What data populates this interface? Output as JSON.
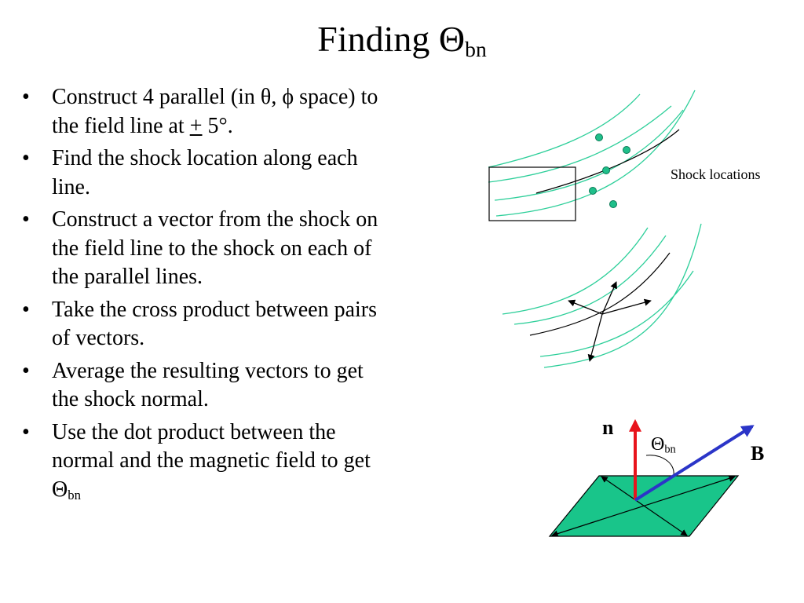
{
  "title": {
    "main": "Finding Θ",
    "sub": "bn"
  },
  "bullets": [
    {
      "text": "Construct 4 parallel (in θ, ϕ space) to the field line at ",
      "underlined": "+",
      "text_after": " 5°."
    },
    {
      "text": "Find the shock location along each line."
    },
    {
      "text": "Construct a vector from the shock on the field line to the shock on each of the parallel lines."
    },
    {
      "text": "Take the cross product between pairs of vectors."
    },
    {
      "text": "Average the resulting vectors to get the shock normal."
    },
    {
      "text": "Use the dot product between the normal and the magnetic field to get Θ",
      "sub": "bn"
    }
  ],
  "bullet_mark": "•",
  "diagram": {
    "shock_locations_label": "Shock locations",
    "normal_label": "n",
    "field_label": "B",
    "angle_label_main": "Θ",
    "angle_label_sub": "bn"
  },
  "colors": {
    "field_line_parallel": "#2ecf9a",
    "field_line_center": "#000000",
    "shock_dot": "#1fbf8a",
    "normal_vector": "#e8141c",
    "field_vector": "#2b35c8",
    "plane_fill": "#19c58a"
  }
}
